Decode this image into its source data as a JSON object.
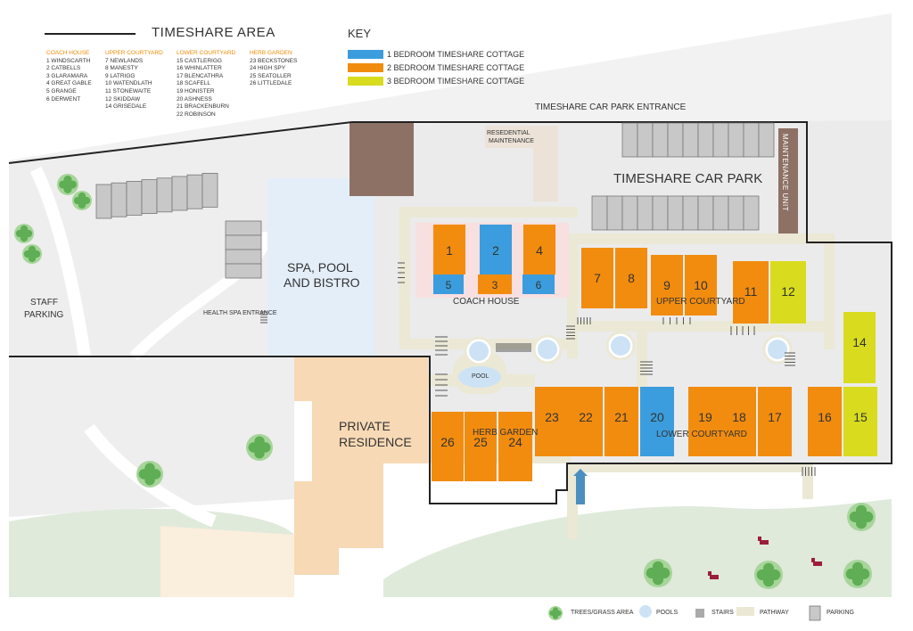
{
  "title": "TIMESHARE AREA",
  "key": {
    "title": "KEY",
    "items": [
      {
        "label": "1 BEDROOM TIMESHARE COTTAGE",
        "color": "#3b9ddd"
      },
      {
        "label": "2 BEDROOM TIMESHARE COTTAGE",
        "color": "#f28c0f"
      },
      {
        "label": "3 BEDROOM TIMESHARE COTTAGE",
        "color": "#d9dc1e"
      }
    ]
  },
  "groups": [
    {
      "heading": "COACH HOUSE",
      "items": [
        "1 WINDSCARTH",
        "2 CATBELLS",
        "3 GLARAMARA",
        "4 GREAT GABLE",
        "5 GRANGE",
        "6 DERWENT"
      ]
    },
    {
      "heading": "UPPER COURTYARD",
      "items": [
        "7 NEWLANDS",
        "8 MANESTY",
        "9 LATRIGG",
        "10 WATENDLATH",
        "11 STONEWAITE",
        "12 SKIDDAW",
        "14 GRISEDALE"
      ]
    },
    {
      "heading": "LOWER COURTYARD",
      "items": [
        "15 CASTLERIGG",
        "16 WHINLATTER",
        "17 BLENCATHRA",
        "18 SCAFELL",
        "19 HONISTER",
        "20 ASHNESS",
        "21 BRACKENBURN",
        "22 ROBINSON"
      ]
    },
    {
      "heading": "HERB GARDEN",
      "items": [
        "23 BECKSTONES",
        "24 HIGH SPY",
        "25 SEATOLLER",
        "26 LITTLEDALE"
      ]
    }
  ],
  "labels": {
    "car_park_entrance": "TIMESHARE CAR PARK ENTRANCE",
    "car_park": "TIMESHARE CAR PARK",
    "maintenance_unit": "MAINTENANCE UNIT",
    "residential_maintenance_1": "RESEDENTIAL",
    "residential_maintenance_2": "MAINTENANCE",
    "spa_1": "SPA, POOL",
    "spa_2": "AND BISTRO",
    "spa_entrance": "HEALTH SPA ENTRANCE",
    "staff_1": "STAFF",
    "staff_2": "PARKING",
    "private_1": "PRIVATE",
    "private_2": "RESIDENCE",
    "coach_house": "COACH HOUSE",
    "upper_courtyard": "UPPER COURTYARD",
    "lower_courtyard": "LOWER COURTYARD",
    "herb_garden": "HERB GARDEN",
    "pool": "POOL"
  },
  "cottages": [
    {
      "num": "1",
      "type": 2
    },
    {
      "num": "2",
      "type": 1
    },
    {
      "num": "4",
      "type": 2
    },
    {
      "num": "5",
      "type": 1
    },
    {
      "num": "3",
      "type": 2
    },
    {
      "num": "6",
      "type": 1
    },
    {
      "num": "7",
      "type": 2
    },
    {
      "num": "8",
      "type": 2
    },
    {
      "num": "9",
      "type": 2
    },
    {
      "num": "10",
      "type": 2
    },
    {
      "num": "11",
      "type": 2
    },
    {
      "num": "12",
      "type": 3
    },
    {
      "num": "14",
      "type": 3
    },
    {
      "num": "23",
      "type": 2
    },
    {
      "num": "22",
      "type": 2
    },
    {
      "num": "21",
      "type": 2
    },
    {
      "num": "20",
      "type": 1
    },
    {
      "num": "19",
      "type": 2
    },
    {
      "num": "18",
      "type": 2
    },
    {
      "num": "17",
      "type": 2
    },
    {
      "num": "16",
      "type": 2
    },
    {
      "num": "15",
      "type": 3
    },
    {
      "num": "26",
      "type": 2
    },
    {
      "num": "25",
      "type": 2
    },
    {
      "num": "24",
      "type": 2
    }
  ],
  "bottom_legend": {
    "trees": "TREES/GRASS AREA",
    "pools": "POOLS",
    "stairs": "STAIRS",
    "pathway": "PATHWAY",
    "parking": "PARKING"
  },
  "colors": {
    "orange": "#f28c0f",
    "blue": "#3b9ddd",
    "yellow": "#d9dc1e",
    "grass": "#dfeadb",
    "pathway": "#ebe8d5",
    "parking": "#c8c8c8",
    "spa": "#e3eef9",
    "private": "#f7d9b5",
    "brown": "#8d7165"
  }
}
